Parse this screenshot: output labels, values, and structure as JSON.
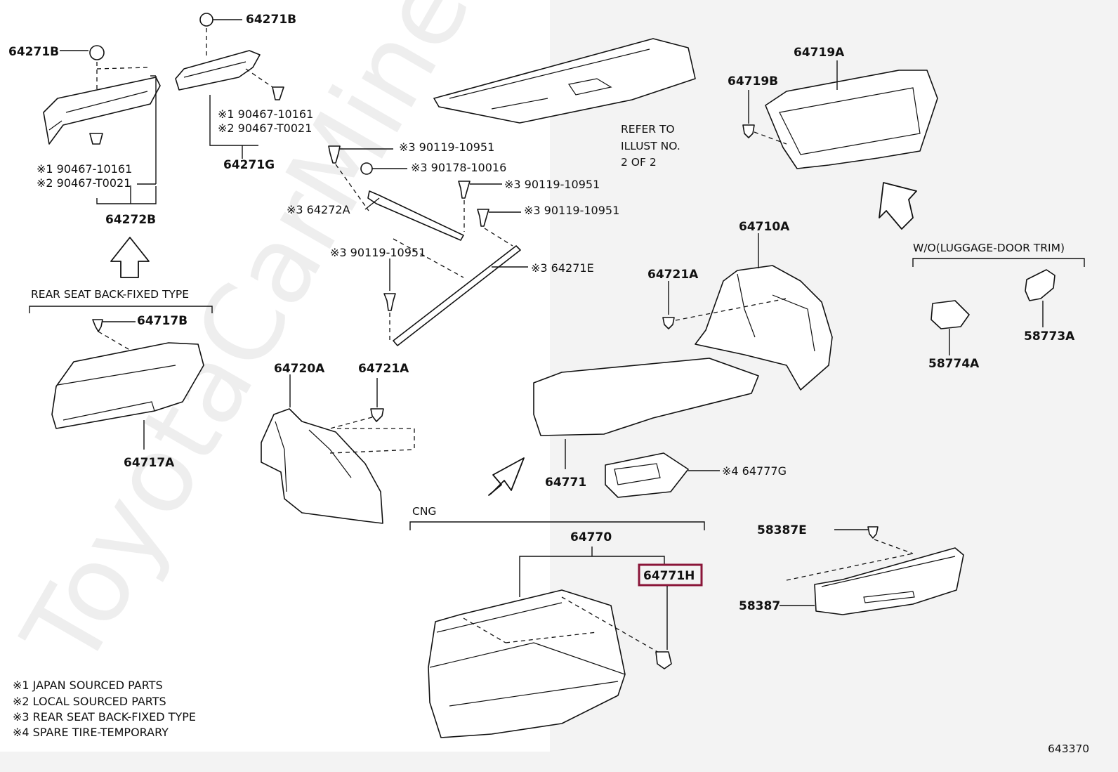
{
  "watermark": "ToyotaCarMine.ru",
  "diagram_number": "643370",
  "labels": {
    "l64271B_left": "64271B",
    "l64271B_top": "64271B",
    "x1_90467_10161_left": "※1 90467-10161",
    "x2_90467_T0021_left": "※2 90467-T0021",
    "l64272B": "64272B",
    "x1_90467_10161_center": "※1 90467-10161",
    "x2_90467_T0021_center": "※2 90467-T0021",
    "l64271G": "64271G",
    "x3_90119_10951_a": "※3 90119-10951",
    "x3_90178_10016": "※3 90178-10016",
    "x3_90119_10951_b": "※3 90119-10951",
    "x3_90119_10951_c": "※3 90119-10951",
    "x3_64272A": "※3 64272A",
    "x3_90119_10951_d": "※3 90119-10951",
    "x3_64271E": "※3 64271E",
    "l64717B": "64717B",
    "l64717A": "64717A",
    "l64720A": "64720A",
    "l64721A_left": "64721A",
    "l64771": "64771",
    "x4_64777G": "※4 64777G",
    "l64770": "64770",
    "l64771H": "64771H",
    "l64719A": "64719A",
    "l64719B": "64719B",
    "l64710A": "64710A",
    "l64721A_right": "64721A",
    "l58774A": "58774A",
    "l58773A": "58773A",
    "l58387E": "58387E",
    "l58387": "58387"
  },
  "notes": {
    "refer_line1": "REFER TO",
    "refer_line2": "ILLUST NO.",
    "refer_line3": "2 OF 2",
    "rear_seat_back_fixed": "REAR SEAT BACK-FIXED TYPE",
    "wo_luggage_door_trim": "W/O(LUGGAGE-DOOR TRIM)",
    "cng": "CNG"
  },
  "legend": [
    "※1 JAPAN SOURCED PARTS",
    "※2 LOCAL SOURCED PARTS",
    "※3 REAR SEAT BACK-FIXED TYPE",
    "※4 SPARE TIRE-TEMPORARY"
  ],
  "colors": {
    "highlight": "#8a1538",
    "line": "#111111",
    "left_panel": "#ffffff",
    "right_panel": "#f3f3f3"
  }
}
